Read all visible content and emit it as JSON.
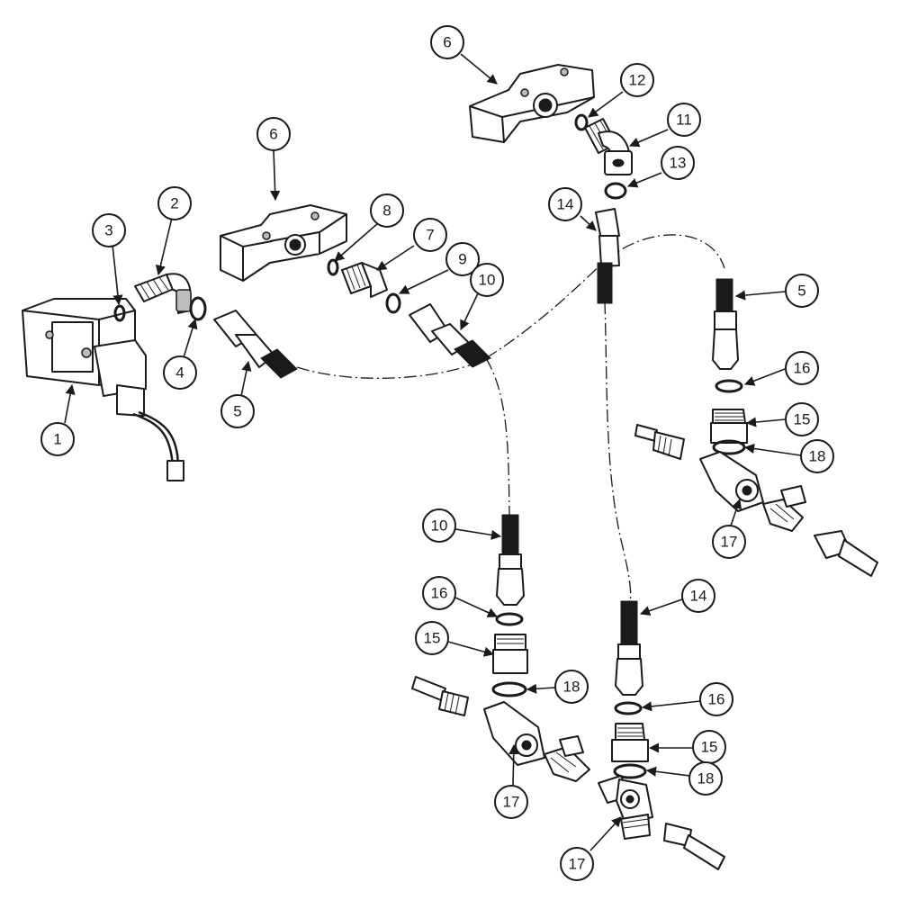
{
  "diagram": {
    "callouts": [
      {
        "label": "1"
      },
      {
        "label": "2"
      },
      {
        "label": "3"
      },
      {
        "label": "4"
      },
      {
        "label": "5"
      },
      {
        "label": "6"
      },
      {
        "label": "7"
      },
      {
        "label": "8"
      },
      {
        "label": "9"
      },
      {
        "label": "10"
      },
      {
        "label": "6"
      },
      {
        "label": "12"
      },
      {
        "label": "11"
      },
      {
        "label": "13"
      },
      {
        "label": "14"
      },
      {
        "label": "5"
      },
      {
        "label": "16"
      },
      {
        "label": "15"
      },
      {
        "label": "18"
      },
      {
        "label": "17"
      },
      {
        "label": "10"
      },
      {
        "label": "16"
      },
      {
        "label": "15"
      },
      {
        "label": "18"
      },
      {
        "label": "17"
      },
      {
        "label": "14"
      },
      {
        "label": "16"
      },
      {
        "label": "15"
      },
      {
        "label": "18"
      },
      {
        "label": "17"
      }
    ]
  }
}
